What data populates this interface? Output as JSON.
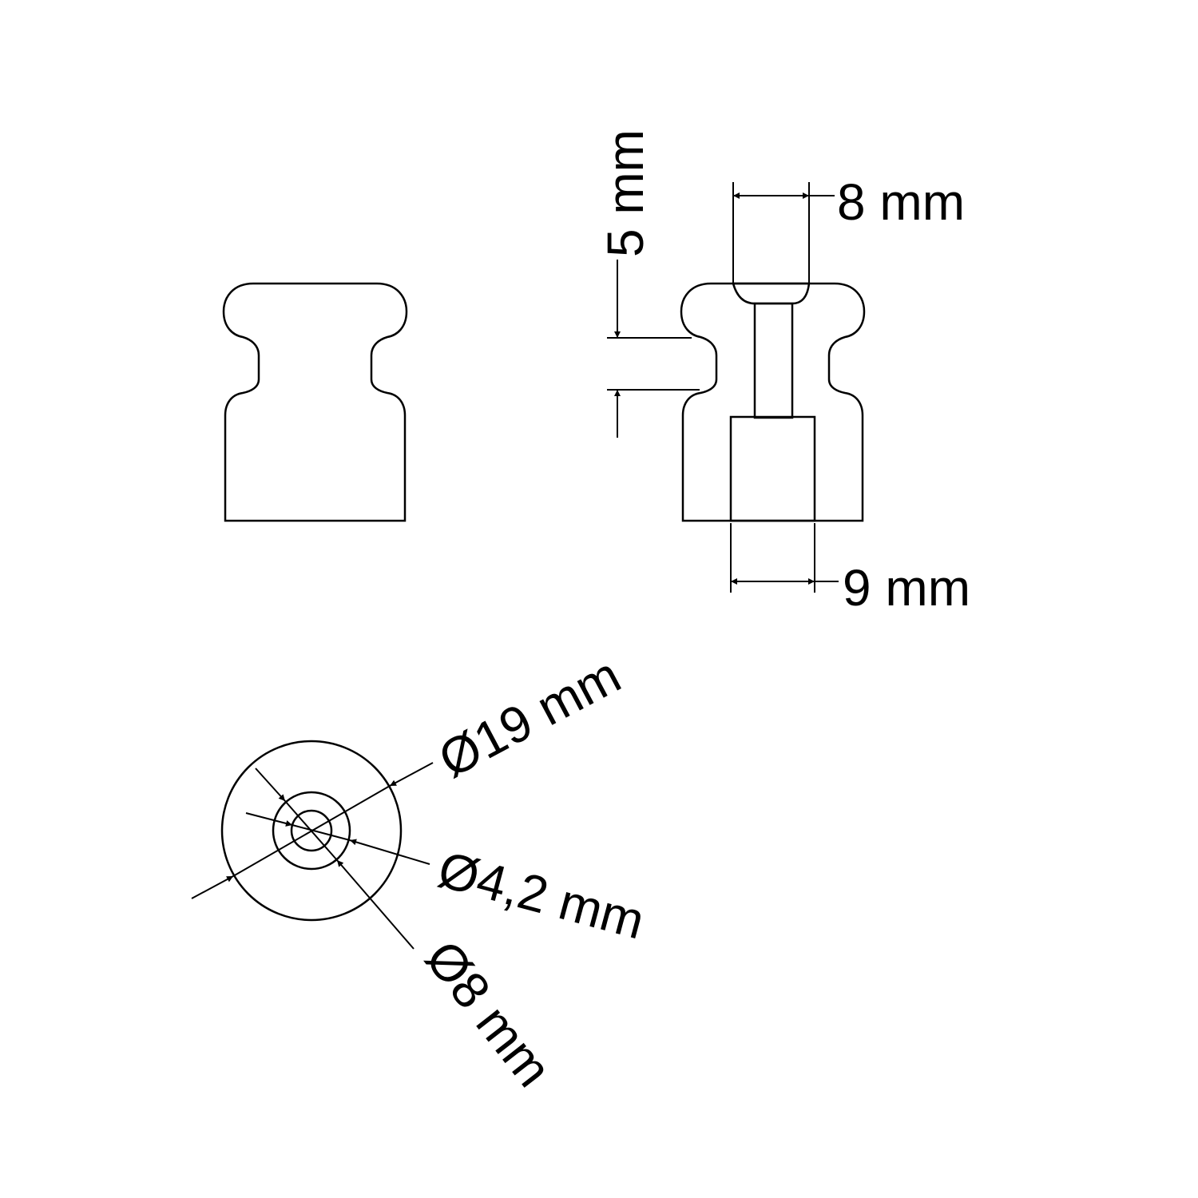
{
  "drawing": {
    "line_color": "#000000",
    "background": "#ffffff",
    "dimensions": {
      "top_counterbore": "8 mm",
      "bottom_bore": "9 mm",
      "neck_height": "5 mm",
      "outer_diameter": "Ø19 mm",
      "hole_diameter": "Ø4,2 mm",
      "counterbore_diameter": "Ø8 mm"
    }
  }
}
